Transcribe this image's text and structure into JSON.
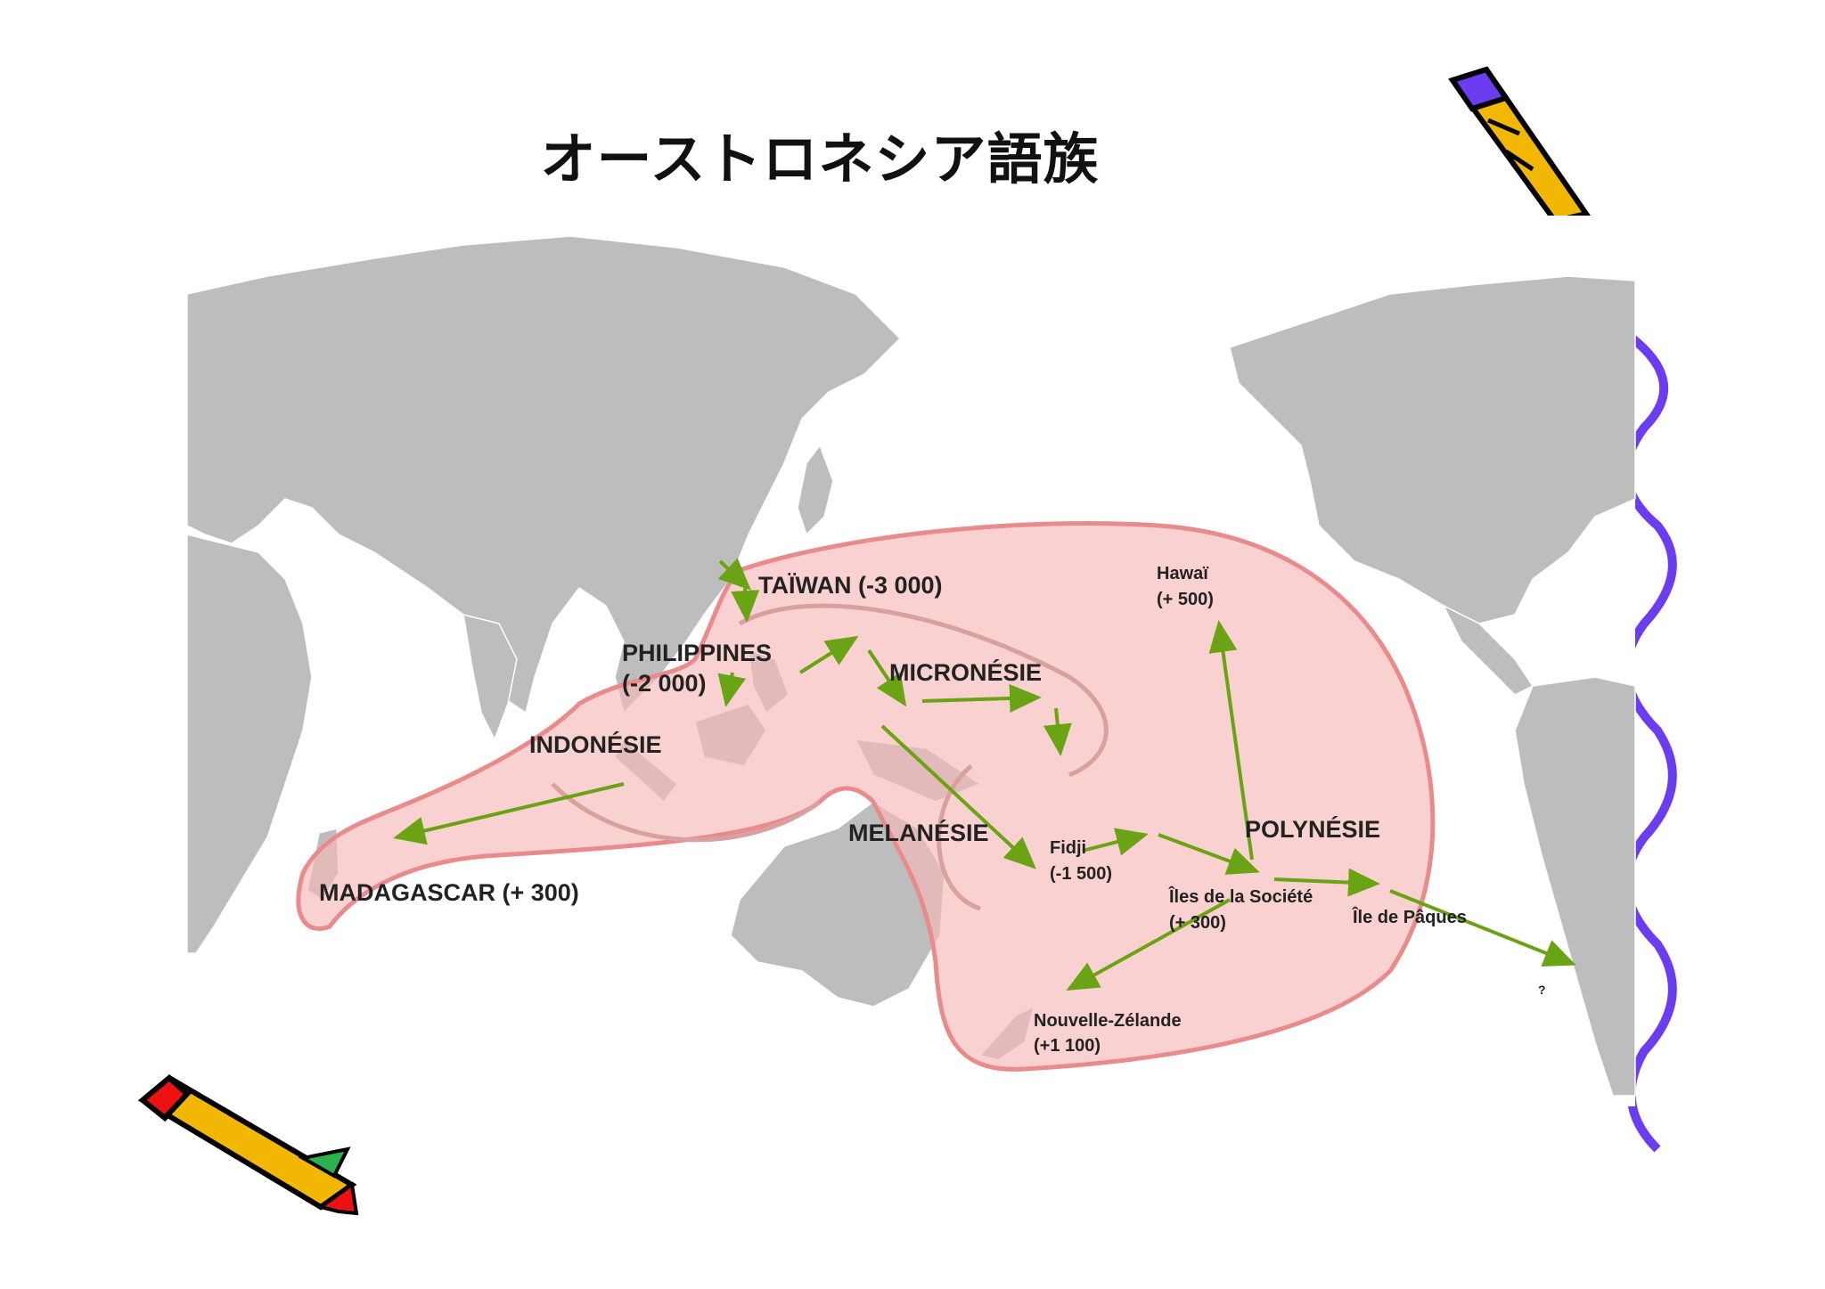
{
  "slide": {
    "title": "オーストロネシア語族"
  },
  "map": {
    "region_color": "#f6b9b9",
    "region_border": "#e98b8b",
    "land_color": "#bdbdbd",
    "arrow_color": "#6aa313",
    "labels": {
      "taiwan": "TAÏWAN (-3 000)",
      "philippines_1": "PHILIPPINES",
      "philippines_2": "(-2 000)",
      "indonesie": "INDONÉSIE",
      "micronesie": "MICRONÉSIE",
      "madagascar": "MADAGASCAR (+ 300)",
      "melanesie": "MELANÉSIE",
      "polynesie": "POLYNÉSIE",
      "hawai_1": "Hawaï",
      "hawai_2": "(+ 500)",
      "fidji_1": "Fidji",
      "fidji_2": "(-1 500)",
      "societe_1": "Îles de la Société",
      "societe_2": "(+ 300)",
      "paques": "Île de Pâques",
      "question": "?",
      "nz_1": "Nouvelle-Zélande",
      "nz_2": "(+1 100)"
    }
  },
  "decor": {
    "pencil_top_icon": "pencil-icon",
    "pencil_bottom_icon": "pencil-icon",
    "squiggle_icon": "squiggle-decoration-icon"
  }
}
